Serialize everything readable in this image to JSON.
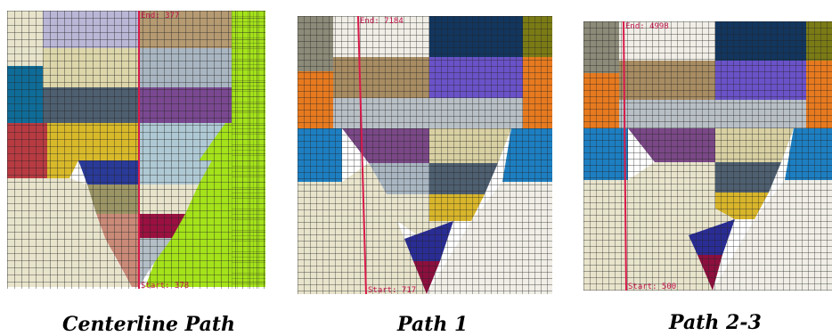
{
  "panels": [
    {
      "caption": "Centerline Path",
      "end_label": "End: 377",
      "start_label": "Start: 378",
      "palette": {
        "beige": "#e8e4cc",
        "lavender": "#b9b6d6",
        "tan": "#b59a72",
        "lime": "#a4e21a",
        "teal": "#0f6c98",
        "cream": "#ddd6aa",
        "gray_blue": "#a9b6c2",
        "purple": "#7a4890",
        "dark_slate": "#4e5f70",
        "red": "#b83b42",
        "gold": "#d8b92a",
        "light_blue": "#afc9d4",
        "navy": "#2a3a98",
        "olive": "#9b9465",
        "crimson": "#9a1040",
        "salmon": "#c98a78",
        "mesh": "#222222",
        "path": "#d81a4a"
      }
    },
    {
      "caption": "Path 1",
      "end_label": "End: 7184",
      "start_label": "Start: 717",
      "palette": {
        "beige": "#e8e4cc",
        "gray": "#8c8a78",
        "white": "#f0eee6",
        "navy": "#12365e",
        "olive": "#7b7b16",
        "orange": "#e77a1f",
        "tan": "#a88c62",
        "violet": "#6a52c8",
        "light_gray": "#b8c0c6",
        "purple": "#7a4886",
        "blue": "#1d7fc2",
        "cream": "#d8d0a2",
        "gray_blue": "#a9b6c2",
        "gold": "#d8b52a",
        "indigo": "#2a2d94",
        "crimson": "#8c0f3e",
        "mesh": "#222222",
        "path": "#d81a4a"
      }
    },
    {
      "caption": "Path 2-3",
      "end_label": "End: 4998",
      "start_label": "Start: 500",
      "palette": {
        "beige": "#e8e4cc",
        "gray": "#8c8a78",
        "white": "#f0eee6",
        "navy": "#12365e",
        "olive": "#7b7b16",
        "orange": "#e77a1f",
        "tan": "#a88c62",
        "violet": "#6a52c8",
        "light_gray": "#b8c0c6",
        "purple": "#7a4886",
        "blue": "#1d7fc2",
        "cream": "#d8d0a2",
        "gray_blue": "#a9b6c2",
        "gold": "#d8b52a",
        "indigo": "#2a2d94",
        "crimson": "#8c0f3e",
        "mesh": "#222222",
        "path": "#d81a4a"
      }
    }
  ]
}
